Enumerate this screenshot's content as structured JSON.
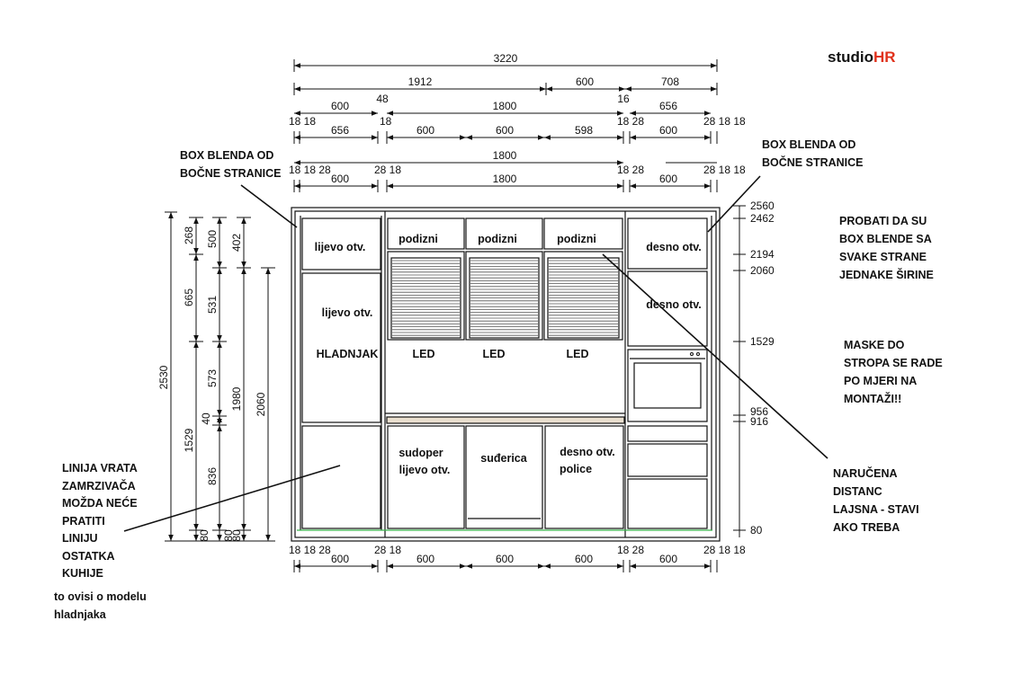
{
  "brand": {
    "prefix": "studio",
    "suffix": "HR"
  },
  "top_dims": {
    "total": "3220",
    "row2": [
      "1912",
      "600",
      "708"
    ],
    "row2_small": "48",
    "row2_small_right": "16",
    "row3": [
      "600",
      "1800",
      "656"
    ],
    "row3_ticks_left": "18 18",
    "row3_tick_mid": "18",
    "row3_ticks_right_a": "18 28",
    "row3_ticks_right_b": "28 18 18",
    "row4": [
      "656",
      "600",
      "600",
      "598",
      "600"
    ],
    "row5": "1800",
    "row6_ticks_left": "18 18 28",
    "row6_tick_mid": "28 18",
    "row6_ticks_right_a": "18 28",
    "row6_ticks_right_b": "28 18 18",
    "row7": [
      "600",
      "1800",
      "600"
    ]
  },
  "bottom_dims": {
    "ticks_left": "18 18 28",
    "tick_mid": "28 18",
    "ticks_right_a": "18 28",
    "ticks_right_b": "28 18 18",
    "values": [
      "600",
      "600",
      "600",
      "600",
      "600"
    ]
  },
  "left_dims": [
    "2530",
    "268",
    "500",
    "402",
    "665",
    "531",
    "1980",
    "2060",
    "573",
    "40",
    "1529",
    "836",
    "80",
    "80",
    "80"
  ],
  "right_dims": [
    "2560",
    "2462",
    "2194",
    "2060",
    "1529",
    "956",
    "916",
    "80"
  ],
  "cabinet_labels": {
    "left_top": "lijevo otv.",
    "left_mid": "lijevo otv.",
    "fridge": "HLADNJAK",
    "podizni": [
      "podizni",
      "podizni",
      "podizni"
    ],
    "led": [
      "LED",
      "LED",
      "LED"
    ],
    "sink": [
      "sudoper",
      "lijevo otv."
    ],
    "dish": "suđerica",
    "right_low": [
      "desno otv.",
      "police"
    ],
    "right_top": "desno otv.",
    "right_mid": "desno otv."
  },
  "notes": {
    "box_left": [
      "BOX BLENDA OD",
      "BOČNE STRANICE"
    ],
    "box_right": [
      "BOX BLENDA OD",
      "BOČNE STRANICE"
    ],
    "probati": [
      "PROBATI DA SU",
      "BOX BLENDE SA",
      "SVAKE STRANE",
      "JEDNAKE ŠIRINE"
    ],
    "maske": [
      "MASKE DO",
      "STROPA SE RADE",
      "PO MJERI NA",
      "MONTAŽI!!"
    ],
    "narucena": [
      "NARUČENA",
      "DISTANC",
      "LAJSNA - STAVI",
      "AKO TREBA"
    ],
    "linija": [
      "LINIJA VRATA",
      "ZAMRZIVAČA",
      "MOŽDA NEĆE",
      "PRATITI",
      "LINIJU",
      "OSTATKA",
      "KUHIJE"
    ],
    "ovisi": [
      "to ovisi o modelu",
      "hladnjaka"
    ]
  }
}
